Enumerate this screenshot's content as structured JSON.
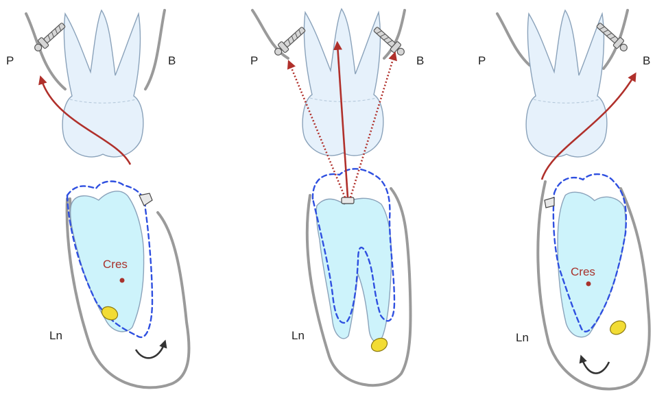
{
  "panels": [
    {
      "id": "left",
      "label_p": "P",
      "label_b": "B",
      "label_ln": "Ln",
      "label_cres": "Cres"
    },
    {
      "id": "center",
      "label_p": "P",
      "label_b": "B",
      "label_ln": "Ln"
    },
    {
      "id": "right",
      "label_p": "P",
      "label_b": "B",
      "label_ln": "Ln",
      "label_cres": "Cres"
    }
  ],
  "colors": {
    "force_arrow": "#b0302b",
    "initial_position_outline": "#2e4fe0",
    "lower_tooth_fill": "#cdf3fb",
    "upper_tooth_fill": "#e6f1fb",
    "pad": "#f2dc34",
    "bone_outline": "#9a9a9a",
    "cres_marker": "#a8322c"
  },
  "icons": {
    "miniscrew": "miniscrew-icon",
    "bracket": "bracket-icon",
    "rotation": "rotation-arrow-icon"
  }
}
